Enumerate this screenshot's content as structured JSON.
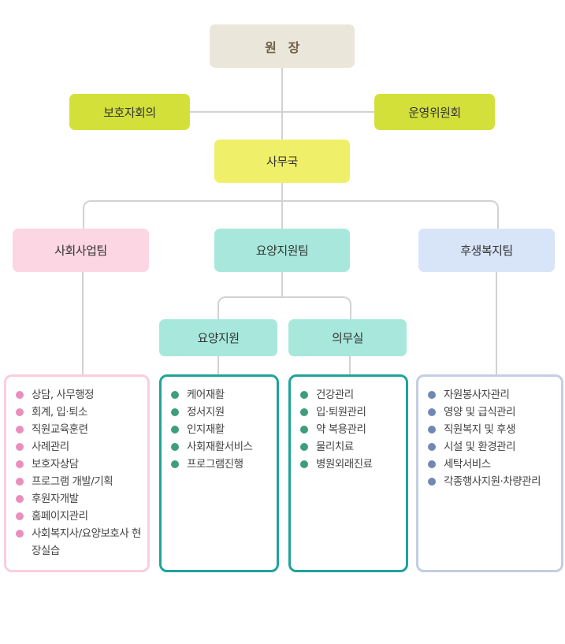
{
  "director": "원   장",
  "side_left": "보호자회의",
  "side_right": "운영위원회",
  "office": "사무국",
  "teams": [
    {
      "label": "사회사업팀"
    },
    {
      "label": "요양지원팀"
    },
    {
      "label": "후생복지팀"
    }
  ],
  "subunits": [
    {
      "label": "요양지원"
    },
    {
      "label": "의무실"
    }
  ],
  "colors": {
    "director": "#ebe6da",
    "side": "#d4e03a",
    "office": "#f0ef6a",
    "pink": "#fcd6e2",
    "mint": "#a8e8dc",
    "blue": "#d8e4f8"
  },
  "lists": [
    {
      "color": "#e88fbd",
      "border": "#f9cedd",
      "items": [
        "상담, 사무행정",
        "회계,  입·퇴소",
        "직원교육훈련",
        "사례관리",
        "보호자상담",
        "프로그램 개발/기획",
        "후원자개발",
        "홈페이지관리",
        "사회복지사/요양보호사 현장실습"
      ]
    },
    {
      "color": "#3f9e7a",
      "border": "#1fa39a",
      "items": [
        "케어재활",
        "정서지원",
        "인지재활",
        "사회재활서비스",
        "프로그램진행"
      ]
    },
    {
      "color": "#3f9e7a",
      "border": "#1fa39a",
      "items": [
        "건강관리",
        "입·퇴원관리",
        "약 복용관리",
        "물리치료",
        "병원외래진료"
      ]
    },
    {
      "color": "#7089b4",
      "border": "#c3cde3",
      "items": [
        "자원봉사자관리",
        "영양 및 급식관리",
        "직원복지 및 후생",
        "시설 및 환경관리",
        "세탁서비스",
        "각종행사지원·차량관리"
      ]
    }
  ]
}
